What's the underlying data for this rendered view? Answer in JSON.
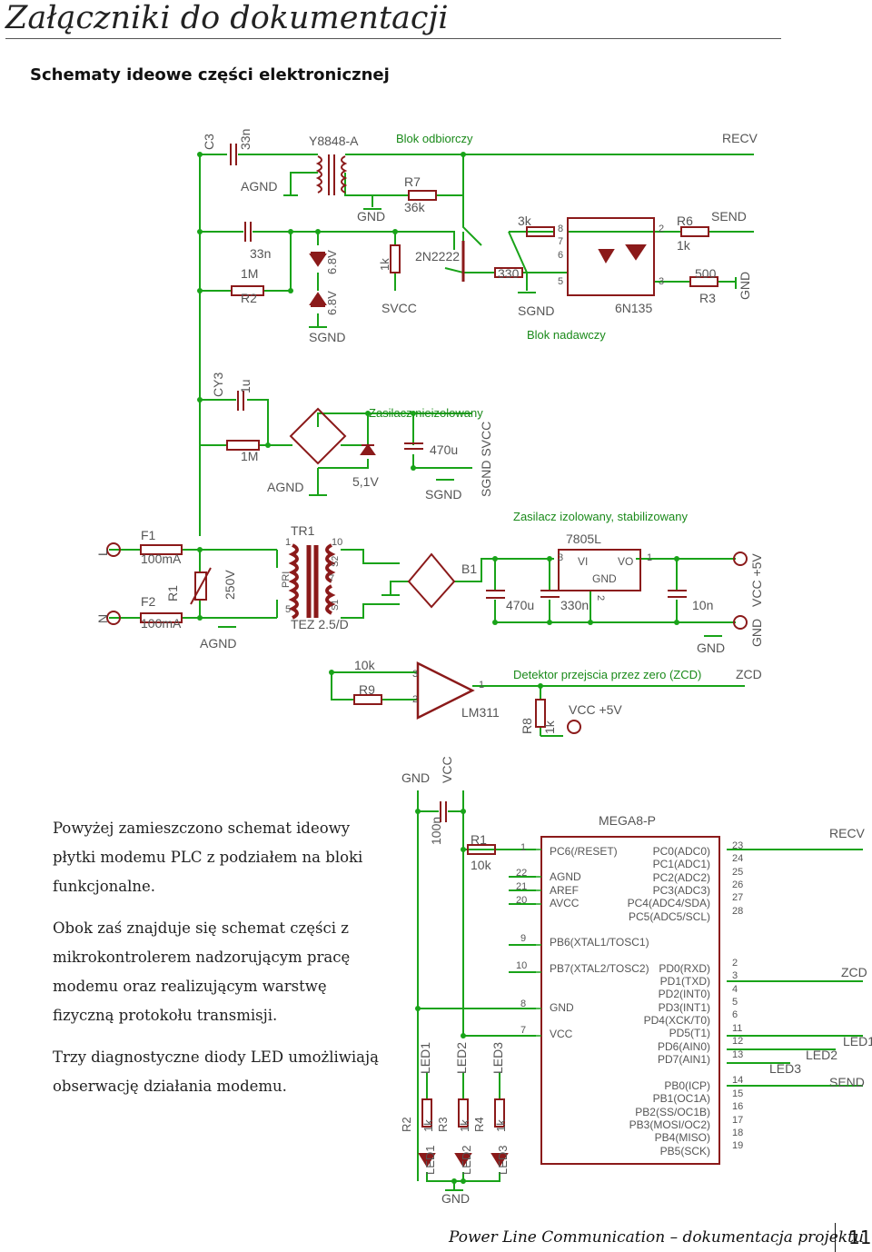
{
  "page": {
    "title": "Załączniki do dokumentacji",
    "subtitle": "Schematy ideowe części elektronicznej"
  },
  "top_schematic_labels": [
    "C3",
    "33n",
    "Y8848-A",
    "Blok odbiorczy",
    "RECV",
    "AGND",
    "R7",
    "36k",
    "GND",
    "3k",
    "8",
    "7",
    "6",
    "5",
    "2",
    "3",
    "R6",
    "SEND",
    "1k",
    "33n",
    "6.8V",
    "1k",
    "2N2222",
    "1M",
    "R2",
    "6.8V",
    "SVCC",
    "330",
    "SGND",
    "500",
    "R3",
    "GND",
    "6N135",
    "SGND",
    "Blok nadawczy",
    "CY3",
    "1u",
    "Zasilacz nieizolowany",
    "1M",
    "470u",
    "SGND SVCC",
    "AGND",
    "5,1V",
    "SGND",
    "Zasilacz izolowany, stabilizowany",
    "L",
    "F1",
    "100mA",
    "TR1",
    "1",
    "10",
    "7805L",
    "3",
    "VI",
    "VO",
    "1",
    "B1",
    "GND",
    "2",
    "PRI",
    "S2",
    "S1",
    "7",
    "5",
    "N",
    "F2",
    "R1",
    "250V",
    "100mA",
    "470u",
    "330n",
    "10n",
    "VCC +5V",
    "TEZ 2.5/D",
    "AGND",
    "GND",
    "GND",
    "10k",
    "3",
    "1",
    "R9",
    "2",
    "Detektor przejscia przez zero (ZCD)",
    "ZCD",
    "LM311",
    "R8",
    "1k",
    "VCC +5V"
  ],
  "mcu_schematic_labels": [
    "GND",
    "VCC",
    "100n",
    "R1",
    "10k",
    "MEGA8-P",
    "1",
    "22",
    "21",
    "20",
    "9",
    "10",
    "8",
    "7",
    "PC6(/RESET)",
    "AGND",
    "AREF",
    "AVCC",
    "PB6(XTAL1/TOSC1)",
    "PB7(XTAL2/TOSC2)",
    "GND",
    "VCC",
    "PC0(ADC0)",
    "PC1(ADC1)",
    "PC2(ADC2)",
    "PC3(ADC3)",
    "PC4(ADC4/SDA)",
    "PC5(ADC5/SCL)",
    "PD0(RXD)",
    "PD1(TXD)",
    "PD2(INT0)",
    "PD3(INT1)",
    "PD4(XCK/T0)",
    "PD5(T1)",
    "PD6(AIN0)",
    "PD7(AIN1)",
    "PB0(ICP)",
    "PB1(OC1A)",
    "PB2(SS/OC1B)",
    "PB3(MOSI/OC2)",
    "PB4(MISO)",
    "PB5(SCK)",
    "23",
    "24",
    "25",
    "26",
    "27",
    "28",
    "2",
    "3",
    "4",
    "5",
    "6",
    "11",
    "12",
    "13",
    "14",
    "15",
    "16",
    "17",
    "18",
    "19",
    "RECV",
    "ZCD",
    "LED1",
    "LED2",
    "LED3",
    "SEND",
    "LED1",
    "LED2",
    "LED3",
    "R2",
    "1k",
    "R3",
    "1k",
    "R4",
    "1k",
    "LED1",
    "LED2",
    "LED3",
    "GND"
  ],
  "body_text": [
    "Powyżej zamieszczono schemat ideowy płytki modemu PLC z podziałem na bloki funkcjonalne.",
    "Obok zaś znajduje  się schemat części z mikrokontrolerem nadzorującym pracę modemu oraz realizującym warstwę fizyczną protokołu transmisji.",
    "Trzy diagnostyczne diody LED umożliwiają obserwację działania modemu."
  ],
  "footer": {
    "title": "Power Line Communication – dokumentacja projektu",
    "page_number": "11"
  },
  "colors": {
    "wire": "#19a319",
    "component": "#8b1a1a",
    "label": "#555555",
    "block_label": "#1a8a1a",
    "junction": "#19a319"
  }
}
